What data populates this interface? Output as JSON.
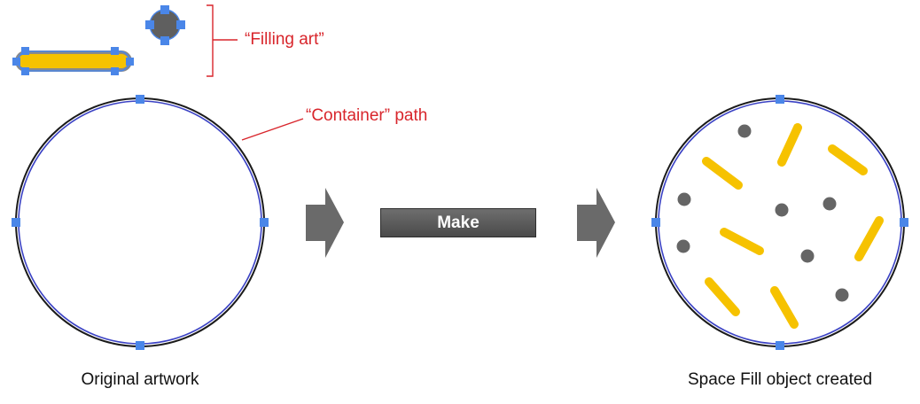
{
  "annotations": {
    "filling_art": "“Filling art”",
    "container_path": "“Container” path"
  },
  "button": {
    "make_label": "Make"
  },
  "captions": {
    "original": "Original artwork",
    "result": "Space Fill object created"
  },
  "colors": {
    "annotation": "#d8252b",
    "container_stroke": "#1c1c6e",
    "anchor_handle": "#4a86e8",
    "capsule_fill": "#f6c200",
    "dot_fill": "#656565",
    "arrow_fill": "#6a6a6a"
  }
}
